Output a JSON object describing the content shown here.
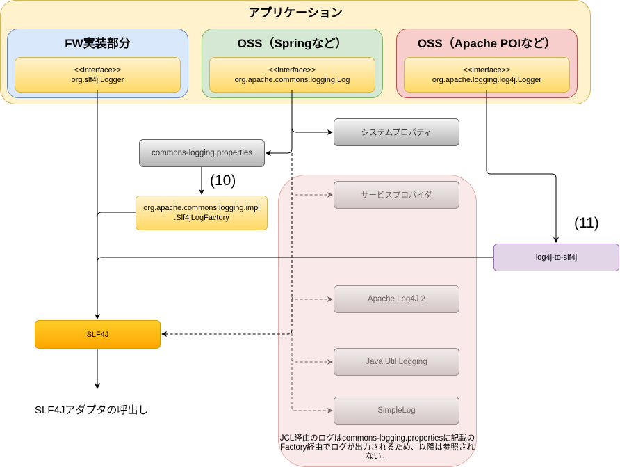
{
  "application": {
    "title": "アプリケーション",
    "groups": [
      {
        "title": "FW実装部分",
        "stereotype": "<<interface>>",
        "interface": "org.slf4j.Logger"
      },
      {
        "title": "OSS（Springなど）",
        "stereotype": "<<interface>>",
        "interface": "org.apache.commons.logging.Log"
      },
      {
        "title": "OSS（Apache POIなど）",
        "stereotype": "<<interface>>",
        "interface": "org.apache.logging.log4j.Logger"
      }
    ]
  },
  "nodes": {
    "commons_logging_properties": "commons-logging.properties",
    "system_property": "システムプロパティ",
    "slf4j_log_factory_line1": "org.apache.commons.logging.impl",
    "slf4j_log_factory_line2": ".Slf4jLogFactory",
    "service_provider": "サービスプロバイダ",
    "apache_log4j2": "Apache Log4J 2",
    "java_util_logging": "Java Util Logging",
    "simple_log": "SimpleLog",
    "log4j_to_slf4j": "log4j-to-slf4j",
    "slf4j": "SLF4J"
  },
  "labels": {
    "step10": "(10)",
    "step11": "(11)",
    "adapter_call": "SLF4Jアダプタの呼出し",
    "jcl_note": "JCL経由のログはcommons-logging.propertiesに記載のFactory経由でログが出力されるため、以降は参照されない。"
  },
  "colors": {
    "application_fill": "#fff2cc",
    "fw_fill": "#dae8fc",
    "spring_fill": "#d5e8d4",
    "poi_fill": "#f8cecc",
    "slf4j_fill": "#ffa500",
    "log4j_to_slf4j_fill": "#e1d5e7",
    "jcl_area_fill": "#fae9e9"
  }
}
